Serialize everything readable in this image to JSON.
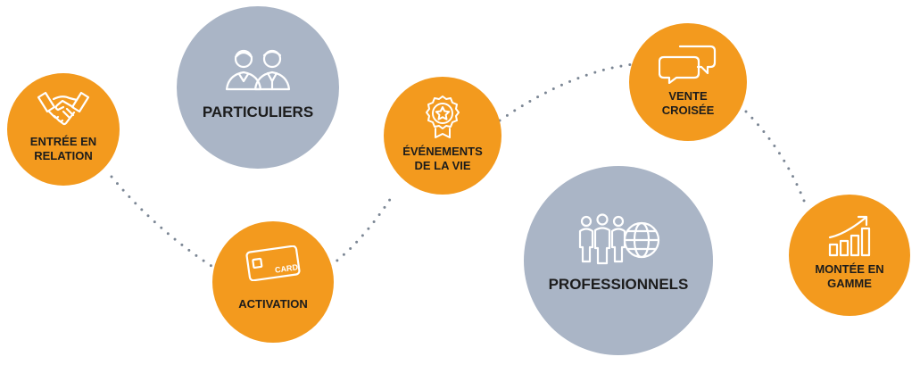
{
  "colors": {
    "orange": "#f39a1e",
    "grey": "#aab5c6",
    "text": "#1c1c1c",
    "icon_line": "#ffffff",
    "dots": "#7b8694"
  },
  "steps": [
    {
      "id": "entree",
      "label_line1": "ENTRÉE EN",
      "label_line2": "RELATION",
      "icon": "handshake-icon"
    },
    {
      "id": "activation",
      "label_line1": "ACTIVATION",
      "label_line2": "",
      "icon": "card-icon",
      "icon_text": "CARD"
    },
    {
      "id": "evenements",
      "label_line1": "ÉVÉNEMENTS",
      "label_line2": "DE LA VIE",
      "icon": "award-icon"
    },
    {
      "id": "vente",
      "label_line1": "VENTE",
      "label_line2": "CROISÉE",
      "icon": "chat-bubbles-icon"
    },
    {
      "id": "montee",
      "label_line1": "MONTÉE EN",
      "label_line2": "GAMME",
      "icon": "growth-chart-icon"
    }
  ],
  "segments": [
    {
      "id": "particuliers",
      "label": "PARTICULIERS",
      "icon": "people-couple-icon"
    },
    {
      "id": "professionnels",
      "label": "PROFESSIONNELS",
      "icon": "team-globe-icon"
    }
  ]
}
